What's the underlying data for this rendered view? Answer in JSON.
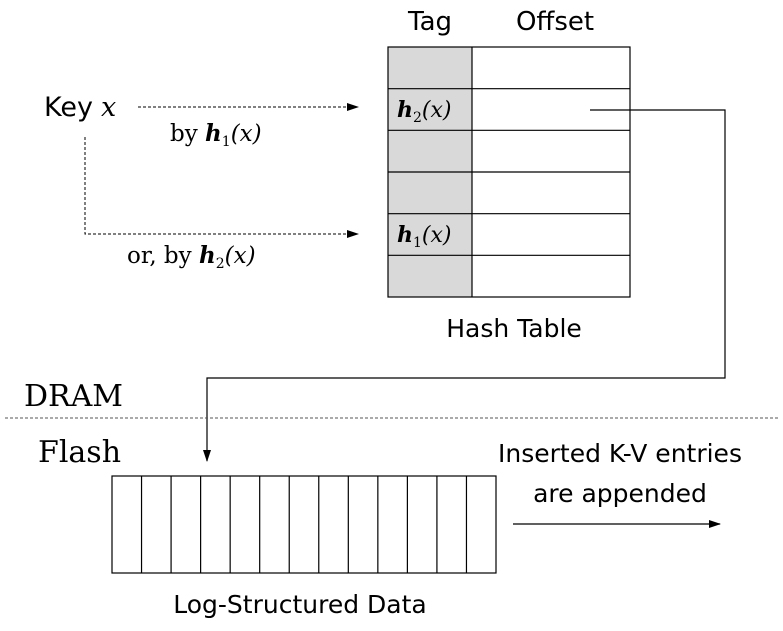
{
  "table": {
    "col_tag": "Tag",
    "col_offset": "Offset",
    "caption": "Hash Table",
    "rows": [
      {
        "tag": {
          "fn": "",
          "sub": "",
          "arg": ""
        }
      },
      {
        "tag": {
          "fn": "h",
          "sub": "2",
          "arg": "(x)"
        }
      },
      {
        "tag": {
          "fn": "",
          "sub": "",
          "arg": ""
        }
      },
      {
        "tag": {
          "fn": "",
          "sub": "",
          "arg": ""
        }
      },
      {
        "tag": {
          "fn": "h",
          "sub": "1",
          "arg": "(x)"
        }
      },
      {
        "tag": {
          "fn": "",
          "sub": "",
          "arg": ""
        }
      }
    ]
  },
  "key": {
    "label": "Key",
    "var": "x",
    "path1": {
      "prefix": "by ",
      "fn": "h",
      "sub": "1",
      "arg": "(x)"
    },
    "path2": {
      "prefix": "or, by ",
      "fn": "h",
      "sub": "2",
      "arg": "(x)"
    }
  },
  "regions": {
    "upper": "DRAM",
    "lower": "Flash"
  },
  "log": {
    "caption": "Log-Structured Data",
    "cell_count": 13,
    "note_line1": "Inserted K-V entries",
    "note_line2": "are appended"
  },
  "colors": {
    "tag_fill": "#d9d9d9",
    "line": "#000000",
    "divider": "#555555"
  }
}
